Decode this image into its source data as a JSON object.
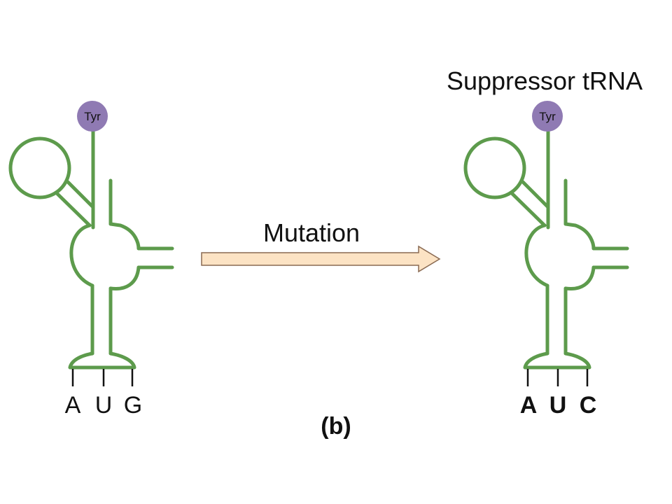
{
  "figure": {
    "label": "(b)",
    "colors": {
      "trna_stroke": "#5d9b4c",
      "amino_fill": "#8f7ab3",
      "arrow_fill": "#fce3c4",
      "arrow_stroke": "#8a6a52",
      "text": "#111111"
    },
    "left_trna": {
      "amino_acid": "Tyr",
      "anticodon": [
        "A",
        "U",
        "G"
      ]
    },
    "arrow": {
      "label": "Mutation"
    },
    "right_trna": {
      "title": "Suppressor tRNA",
      "amino_acid": "Tyr",
      "anticodon": [
        "A",
        "U",
        "C"
      ]
    }
  }
}
